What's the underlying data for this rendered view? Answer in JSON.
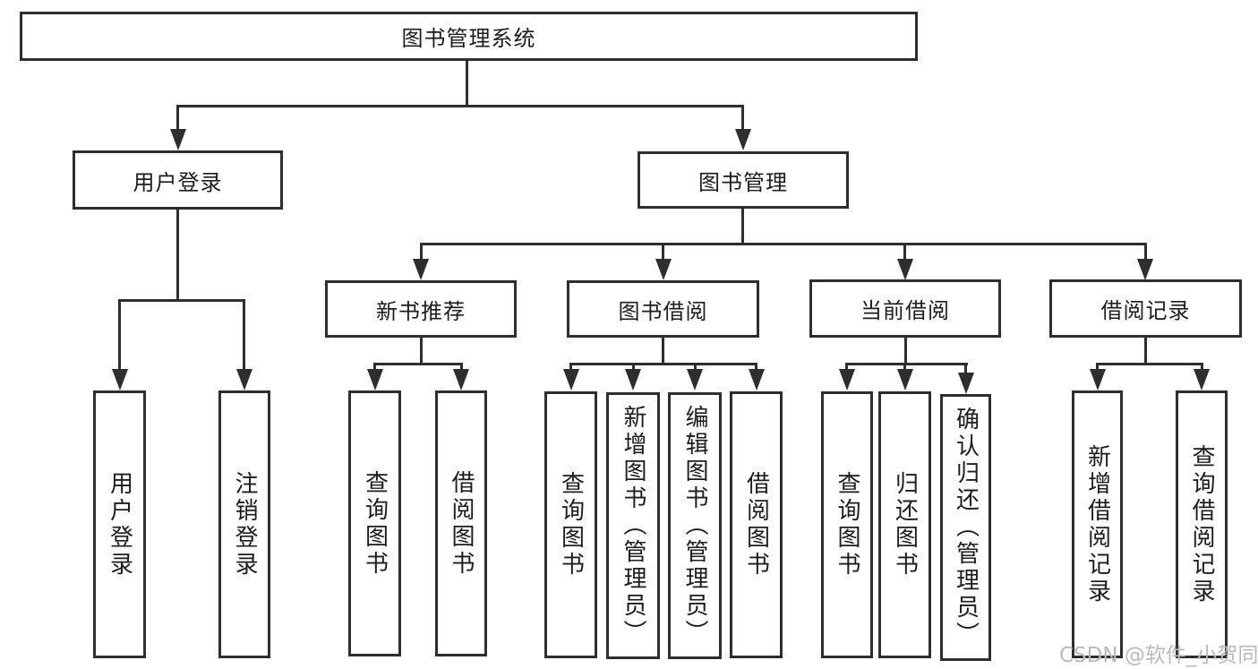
{
  "colors": {
    "line": "#2e2e2e",
    "text": "#1c1c1c",
    "watermark": "#b6bac0",
    "bg": "#ffffff"
  },
  "tree": {
    "root": {
      "label": "图书管理系统"
    },
    "branches": [
      {
        "label": "用户登录",
        "children": [
          {
            "label": "用户登录"
          },
          {
            "label": "注销登录"
          }
        ]
      },
      {
        "label": "图书管理",
        "children": [
          {
            "label": "新书推荐",
            "children": [
              {
                "label": "查询图书"
              },
              {
                "label": "借阅图书"
              }
            ]
          },
          {
            "label": "图书借阅",
            "children": [
              {
                "label": "查询图书"
              },
              {
                "label": "新增图书（管理员）"
              },
              {
                "label": "编辑图书（管理员）"
              },
              {
                "label": "借阅图书"
              }
            ]
          },
          {
            "label": "当前借阅",
            "children": [
              {
                "label": "查询图书"
              },
              {
                "label": "归还图书"
              },
              {
                "label": "确认归还（管理员）"
              }
            ]
          },
          {
            "label": "借阅记录",
            "children": [
              {
                "label": "新增借阅记录"
              },
              {
                "label": "查询借阅记录"
              }
            ]
          }
        ]
      }
    ]
  },
  "watermark": {
    "text": "CSDN @软件_小贺同学"
  }
}
